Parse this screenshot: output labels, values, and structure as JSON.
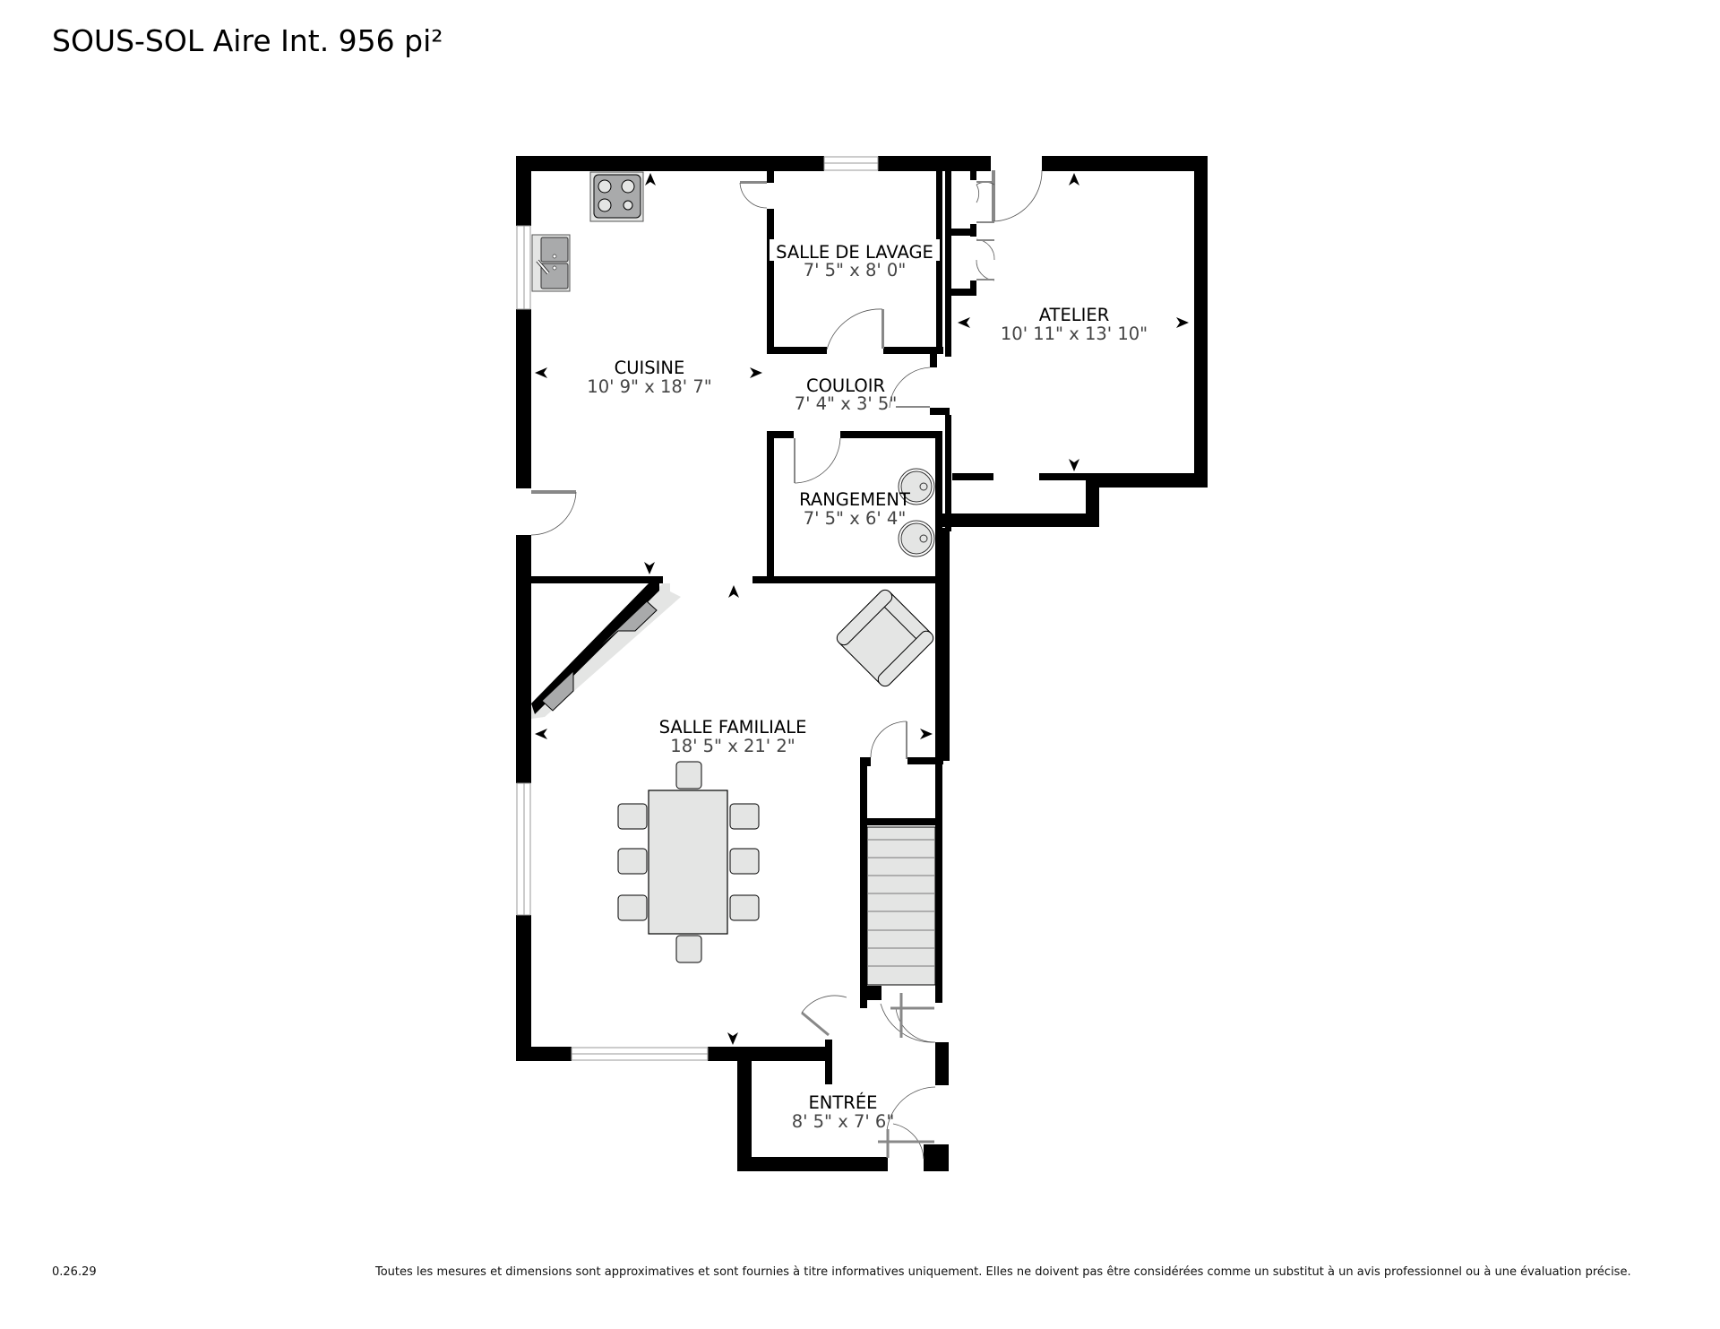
{
  "header": {
    "title": "SOUS-SOL Aire Int. 956 pi²"
  },
  "footer": {
    "version": "0.26.29",
    "disclaimer": "Toutes les mesures et dimensions sont approximatives et sont fournies à titre informatives uniquement. Elles ne doivent pas être considérées comme un substitut à un avis professionnel ou à une évaluation précise."
  },
  "colors": {
    "wall": "#000000",
    "furniture_fill": "#e4e5e4",
    "appliance_fill": "#a9aaab",
    "dimension_text": "#444444",
    "door_line": "#888888"
  },
  "rooms": {
    "cuisine": {
      "name": "CUISINE",
      "dims": "10' 9\" x 18' 7\""
    },
    "salle_de_lavage": {
      "name": "SALLE DE LAVAGE",
      "dims": "7' 5\" x 8' 0\""
    },
    "atelier": {
      "name": "ATELIER",
      "dims": "10' 11\" x 13' 10\""
    },
    "couloir": {
      "name": "COULOIR",
      "dims": "7' 4\" x 3' 5\""
    },
    "rangement": {
      "name": "RANGEMENT",
      "dims": "7' 5\" x 6' 4\""
    },
    "salle_familiale": {
      "name": "SALLE FAMILIALE",
      "dims": "18' 5\" x 21' 2\""
    },
    "entree": {
      "name": "ENTRÉE",
      "dims": "8' 5\" x 7' 6\""
    }
  }
}
